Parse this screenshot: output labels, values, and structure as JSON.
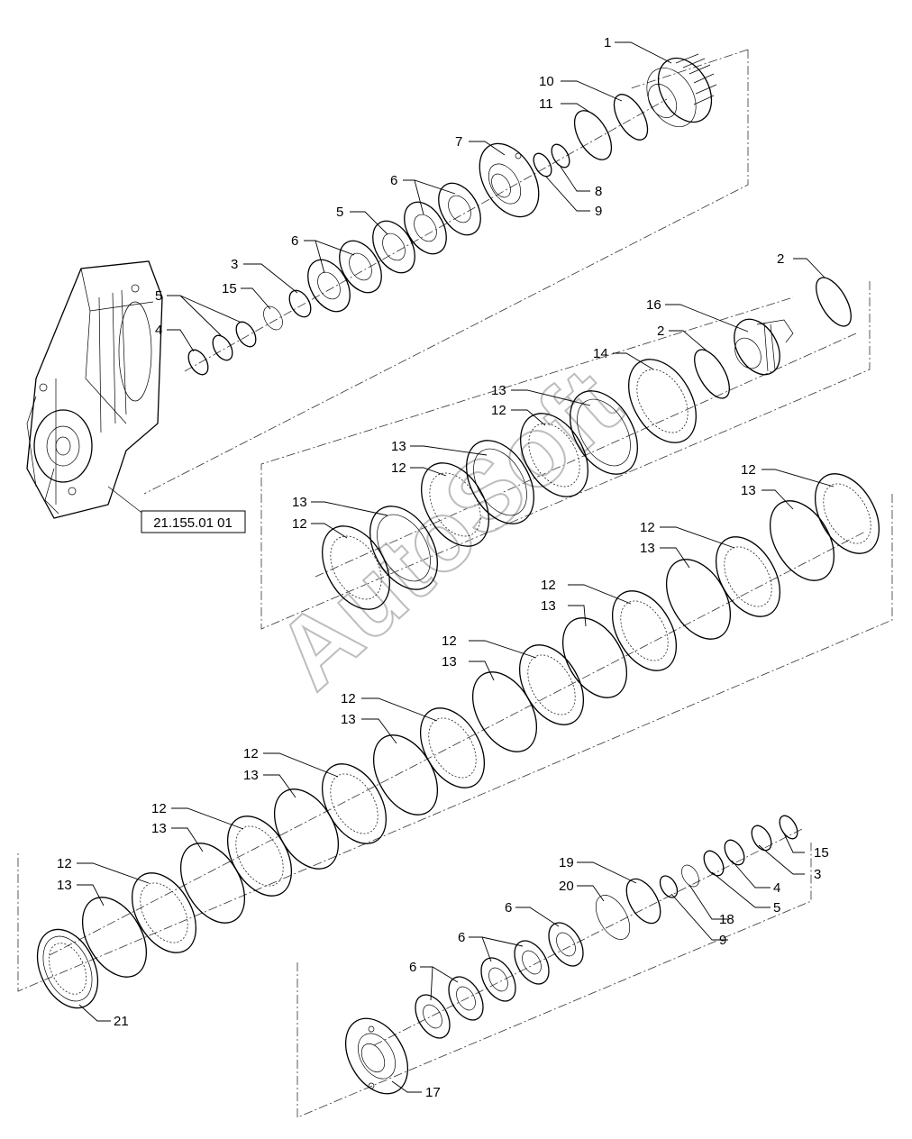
{
  "watermark": "AutoSoft",
  "reference_box": "21.155.01 01",
  "callouts": {
    "c1": "1",
    "c2a": "2",
    "c2b": "2",
    "c3a": "3",
    "c3b": "3",
    "c4a": "4",
    "c4b": "4",
    "c5a": "5",
    "c5b": "5",
    "c5c": "5",
    "c6a": "6",
    "c6b": "6",
    "c6c": "6",
    "c6d": "6",
    "c6e": "6",
    "c7": "7",
    "c8": "8",
    "c9a": "9",
    "c9b": "9",
    "c10": "10",
    "c11": "11",
    "c12a": "12",
    "c12b": "12",
    "c12c": "12",
    "c12d": "12",
    "c12e": "12",
    "c12f": "12",
    "c12g": "12",
    "c12h": "12",
    "c12i": "12",
    "c12j": "12",
    "c12k": "12",
    "c13a": "13",
    "c13b": "13",
    "c13c": "13",
    "c13d": "13",
    "c13e": "13",
    "c13f": "13",
    "c13g": "13",
    "c13h": "13",
    "c13i": "13",
    "c13j": "13",
    "c13k": "13",
    "c14": "14",
    "c15a": "15",
    "c15b": "15",
    "c16": "16",
    "c17": "17",
    "c18": "18",
    "c19": "19",
    "c20": "20",
    "c21": "21"
  }
}
